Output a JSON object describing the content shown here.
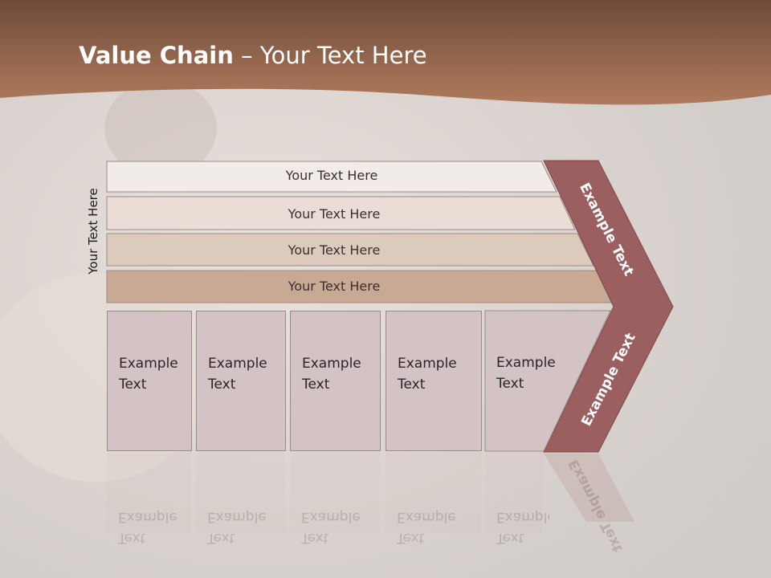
{
  "title": {
    "bold": "Value Chain",
    "rest": " – Your Text Here"
  },
  "side_label": "Your Text Here",
  "rows": [
    {
      "label": "Your Text Here"
    },
    {
      "label": "Your Text Here"
    },
    {
      "label": "Your Text Here"
    },
    {
      "label": "Your Text Here"
    }
  ],
  "boxes": [
    {
      "line1": "Example",
      "line2": "Text"
    },
    {
      "line1": "Example",
      "line2": "Text"
    },
    {
      "line1": "Example",
      "line2": "Text"
    },
    {
      "line1": "Example",
      "line2": "Text"
    },
    {
      "line1": "Example",
      "line2": "Text"
    }
  ],
  "chevron": {
    "upper": "Example Text",
    "lower": "Example Text"
  },
  "colors": {
    "header_top": "#6e4b3a",
    "header_bottom": "#b07a5c",
    "row_fills": [
      "#f1ece8",
      "#e9ddd6",
      "#dccabd",
      "#c8a994"
    ],
    "box_fill": "#d4c3c4",
    "chevron_fill": "#9b5f5f"
  }
}
